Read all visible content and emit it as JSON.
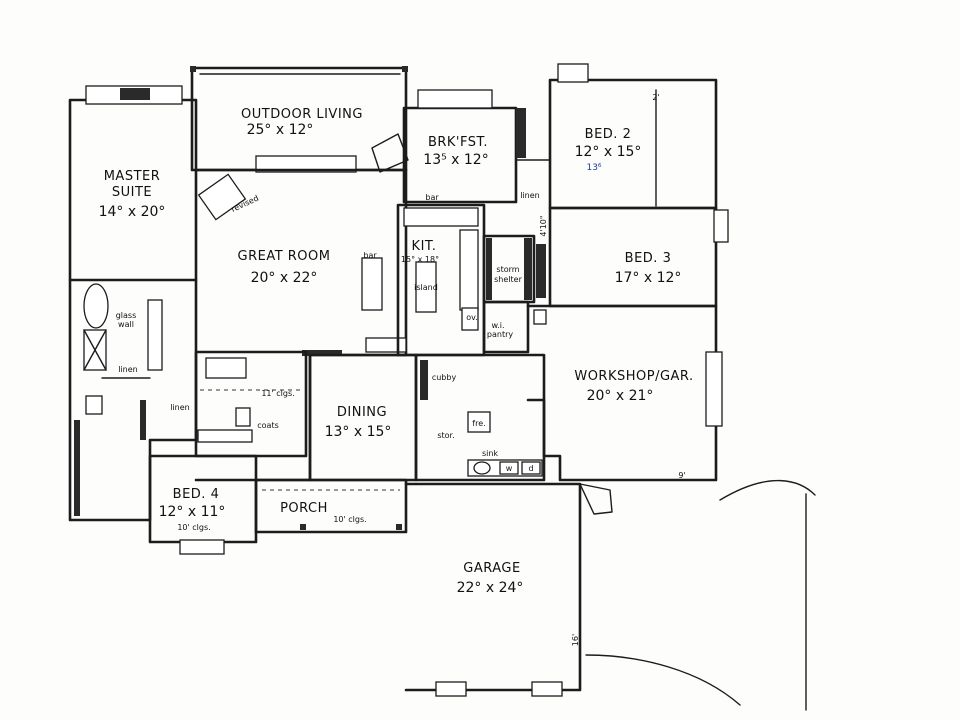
{
  "rooms": {
    "outdoor_living": {
      "name": "OUTDOOR LIVING",
      "dims": "25° x 12°"
    },
    "master_suite": {
      "name1": "MASTER",
      "name2": "SUITE",
      "dims": "14° x 20°"
    },
    "brkfst": {
      "name": "BRK'FST.",
      "dims": "13⁵ x 12°"
    },
    "bed2": {
      "name": "BED. 2",
      "dims": "12° x 15°",
      "revised": "13⁶"
    },
    "great_room": {
      "name": "GREAT ROOM",
      "dims": "20° x 22°"
    },
    "kitchen": {
      "name": "KIT.",
      "dims": "15° x 18°"
    },
    "bed3": {
      "name": "BED. 3",
      "dims": "17° x 12°"
    },
    "workshop": {
      "name": "WORKSHOP/GAR.",
      "dims": "20° x 21°"
    },
    "dining": {
      "name": "DINING",
      "dims": "13° x 15°"
    },
    "bed4": {
      "name": "BED. 4",
      "dims": "12° x 11°",
      "note": "10' clgs."
    },
    "porch": {
      "name": "PORCH",
      "note": "10' clgs."
    },
    "garage": {
      "name": "GARAGE",
      "dims": "22° x 24°"
    }
  },
  "labels": {
    "bar_top": "bar",
    "bar_island": "bar",
    "island": "island",
    "storm_shelter_1": "storm",
    "storm_shelter_2": "shelter",
    "wi_pantry_1": "w.i.",
    "wi_pantry_2": "pantry",
    "linen_master": "linen",
    "linen_hall": "linen",
    "linen_bed": "linen",
    "glass_wall_1": "glass",
    "glass_wall_2": "wall",
    "coats": "coats",
    "ceiling_11": "11' clgs.",
    "cubby": "cubby",
    "stor": "stor.",
    "sink": "sink",
    "fre": "fre.",
    "ov": "ov.",
    "wd_w": "w",
    "wd_d": "d",
    "revised_stamp": "revised",
    "dim_2": "2'",
    "dim_4_10": "4'10\"",
    "dim_9": "9'",
    "dim_16": "16'"
  }
}
